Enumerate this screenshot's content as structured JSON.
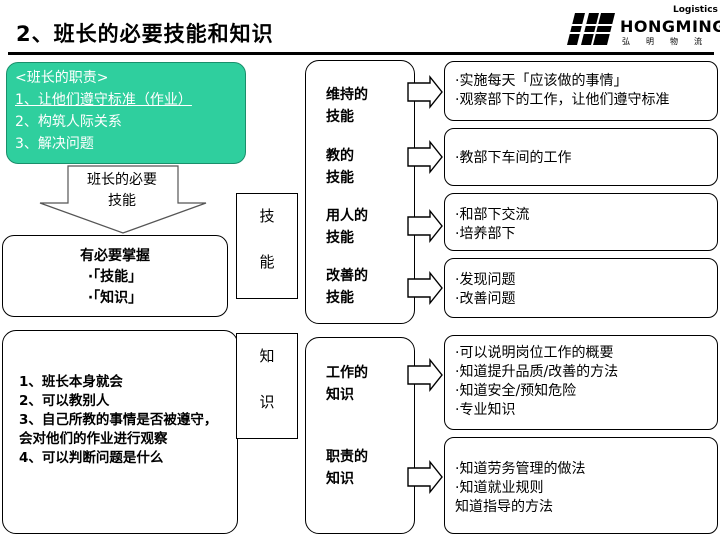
{
  "title": "2、班长的必要技能和知识",
  "logo": {
    "top": "Logistics",
    "word": "HONGMING",
    "cn": "弘明物流"
  },
  "duties": {
    "heading": "<班长的职责>",
    "items": [
      "1、让他们遵守标准（作业）",
      "2、构筑人际关系",
      "3、解决问题"
    ]
  },
  "arrow_text": [
    "班长的必要",
    "技能"
  ],
  "need_box": {
    "line1": "有必要掌握",
    "line2": "·「技能」",
    "line3": "·「知识」"
  },
  "skill_label": [
    "技",
    "能"
  ],
  "knowledge_label": [
    "知",
    "识"
  ],
  "knowledge_left": [
    "1、班长本身就会",
    "2、可以教别人",
    "3、自己所教的事情是否被遵守，会对他们的作业进行观察",
    "4、可以判断问题是什么"
  ],
  "skills": [
    {
      "name": [
        "维持的",
        "技能"
      ],
      "details": [
        "·实施每天「应该做的事情」",
        "·观察部下的工作，让他们遵守标准"
      ]
    },
    {
      "name": [
        "教的",
        "技能"
      ],
      "details": [
        "·教部下车间的工作"
      ]
    },
    {
      "name": [
        "用人的",
        "技能"
      ],
      "details": [
        "·和部下交流",
        "·培养部下"
      ]
    },
    {
      "name": [
        "改善的",
        "技能"
      ],
      "details": [
        "·发现问题",
        "·改善问题"
      ]
    }
  ],
  "knowledge": [
    {
      "name": [
        "工作的",
        "知识"
      ],
      "details": [
        "·可以说明岗位工作的概要",
        "·知道提升品质/改善的方法",
        "·知道安全/预知危险",
        "·专业知识"
      ]
    },
    {
      "name": [
        "职责的",
        "知识"
      ],
      "details": [
        "·知道劳务管理的做法",
        "·知道就业规则",
        "知道指导的方法"
      ]
    }
  ]
}
